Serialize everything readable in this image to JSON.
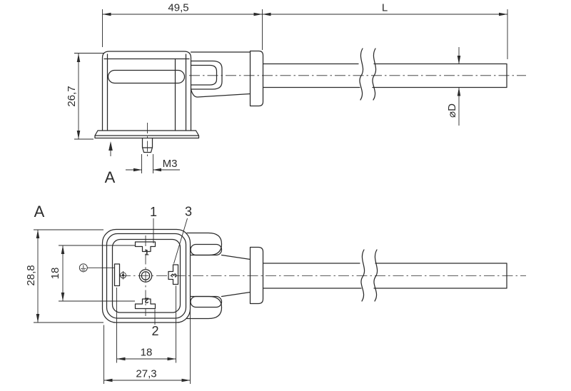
{
  "side_view": {
    "dim_connector_width": "49,5",
    "dim_cable_length": "L",
    "dim_connector_height": "26,7",
    "dim_screw_thread": "M3",
    "dim_cable_diameter": "⌀D",
    "view_direction_label": "A"
  },
  "front_view": {
    "view_label": "A",
    "dim_overall_height": "28,8",
    "dim_contact_spacing_vertical": "18",
    "dim_contact_spacing_horizontal": "18",
    "dim_overall_width": "27,3",
    "pin_leader_labels": {
      "pin1": "1",
      "pin2": "2",
      "pin3": "3"
    },
    "face_markings": {
      "pin1": "1",
      "pin2": "2",
      "pin3": "3"
    }
  },
  "colors": {
    "line": "#2b2b2b",
    "background": "#ffffff"
  }
}
